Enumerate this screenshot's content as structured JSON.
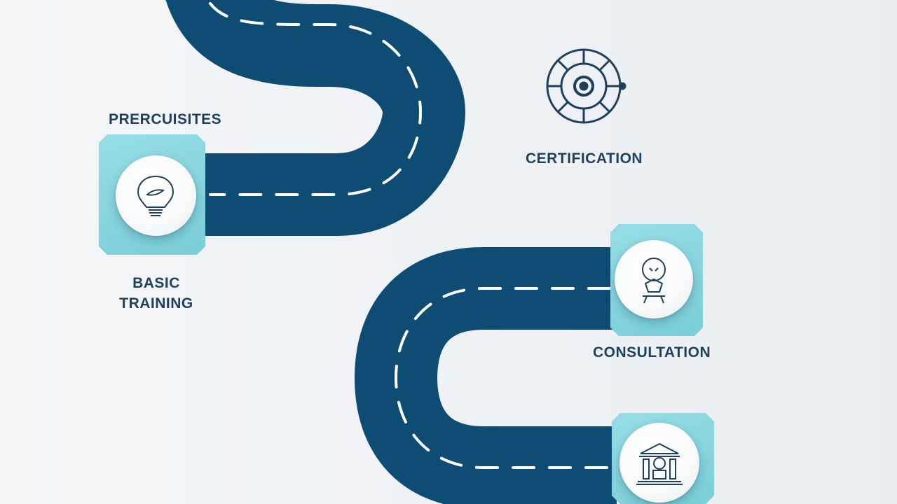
{
  "steps": {
    "prerequisites": {
      "label": "PRERCUISITES",
      "icon": "lightbulb-icon"
    },
    "basic_training": {
      "label": "BASIC\nTRAINING"
    },
    "certification": {
      "label": "CERTIFICATION",
      "icon": "target-dial-icon"
    },
    "consultation": {
      "label": "CONSULTATION",
      "icon": "consultation-figure-icon"
    },
    "next_step": {
      "icon": "building-icon"
    }
  },
  "colors": {
    "road": "#0f4c73",
    "road_edge": "#0b3f62",
    "dash": "#ffffff",
    "badge": "#7fd6df",
    "text": "#1f3f5c",
    "background": "#f1f4f6"
  }
}
